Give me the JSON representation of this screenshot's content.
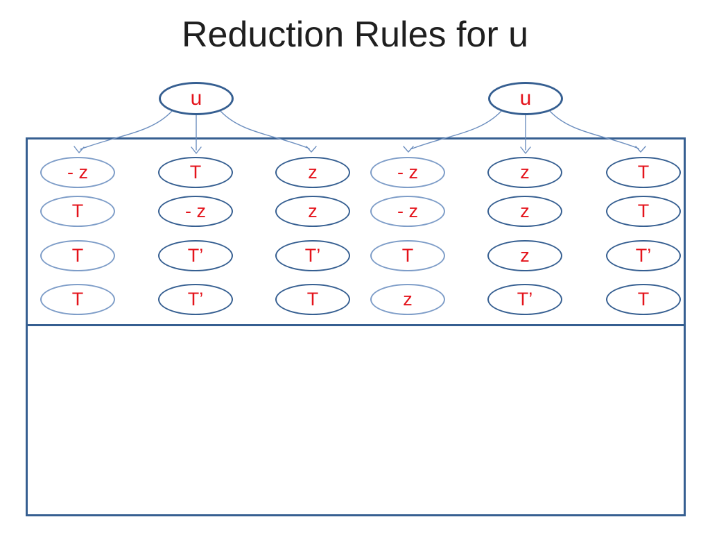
{
  "title": "Reduction Rules for u",
  "colors": {
    "node_stroke_dark": "#365F91",
    "node_stroke_light": "#7E9DC8",
    "arrow": "#6D8FBF",
    "label_red": "#E4131B",
    "title_color": "#1F1F1F",
    "background": "#FFFFFF"
  },
  "root_nodes": [
    {
      "label": "u"
    },
    {
      "label": "u"
    }
  ],
  "grid": {
    "rows": [
      {
        "cells": [
          {
            "label": "- z",
            "variant": "light"
          },
          {
            "label": "T",
            "variant": "dark"
          },
          {
            "label": "z",
            "variant": "dark"
          },
          {
            "label": "- z",
            "variant": "light"
          },
          {
            "label": "z",
            "variant": "dark"
          },
          {
            "label": "T",
            "variant": "dark"
          }
        ]
      },
      {
        "cells": [
          {
            "label": "T",
            "variant": "light"
          },
          {
            "label": "- z",
            "variant": "dark"
          },
          {
            "label": "z",
            "variant": "dark"
          },
          {
            "label": "- z",
            "variant": "light"
          },
          {
            "label": "z",
            "variant": "dark"
          },
          {
            "label": "T",
            "variant": "dark"
          }
        ]
      },
      {
        "cells": [
          {
            "label": "T",
            "variant": "light"
          },
          {
            "label": "T’",
            "variant": "dark"
          },
          {
            "label": "T’",
            "variant": "dark"
          },
          {
            "label": "T",
            "variant": "light"
          },
          {
            "label": "z",
            "variant": "dark"
          },
          {
            "label": "T’",
            "variant": "dark"
          }
        ]
      },
      {
        "cells": [
          {
            "label": "T",
            "variant": "light"
          },
          {
            "label": "T’",
            "variant": "dark"
          },
          {
            "label": "T",
            "variant": "dark"
          },
          {
            "label": "z",
            "variant": "light"
          },
          {
            "label": "T’",
            "variant": "dark"
          },
          {
            "label": "T",
            "variant": "dark"
          }
        ]
      }
    ]
  }
}
